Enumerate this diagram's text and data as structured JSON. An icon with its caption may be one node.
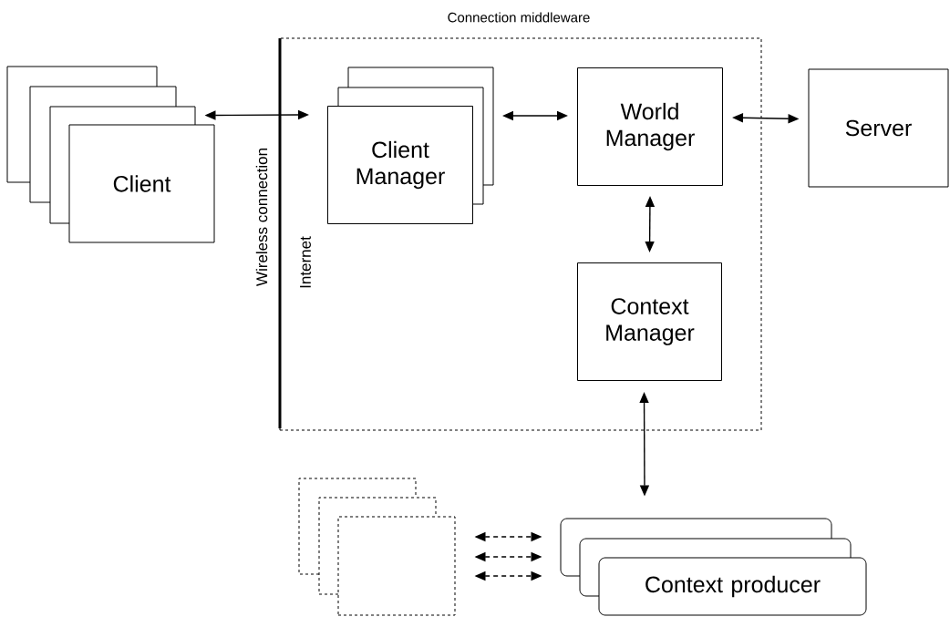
{
  "diagram": {
    "nodes": [
      {
        "text": [
          "Connection middleware"
        ]
      },
      {
        "text": [
          "Client"
        ]
      },
      {
        "text": [
          "Client Manager"
        ],
        "in": 0
      },
      {
        "text": [
          "World Manager"
        ],
        "in": 0
      },
      {
        "text": [
          "Context Manager"
        ],
        "in": 0
      },
      {
        "text": [
          "Server"
        ]
      },
      {
        "text": [],
        "shape": "box"
      },
      {
        "text": [
          "Context producer"
        ]
      }
    ],
    "edges": [
      {
        "from": 1,
        "to": 2,
        "arrow": "both"
      },
      {
        "from": 2,
        "to": 3,
        "arrow": "both"
      },
      {
        "from": 3,
        "to": 5,
        "arrow": "both"
      },
      {
        "from": 3,
        "to": 4,
        "arrow": "both"
      },
      {
        "from": 4,
        "to": 7,
        "arrow": "both"
      },
      {
        "from": 6,
        "to": 7,
        "arrow": "both",
        "style": "dashed"
      },
      {
        "from": 6,
        "to": 7,
        "arrow": "both",
        "style": "dashed"
      },
      {
        "from": 6,
        "to": 7,
        "arrow": "both",
        "style": "dashed"
      }
    ],
    "labels": [
      "Wireless connection",
      "Internet"
    ]
  }
}
